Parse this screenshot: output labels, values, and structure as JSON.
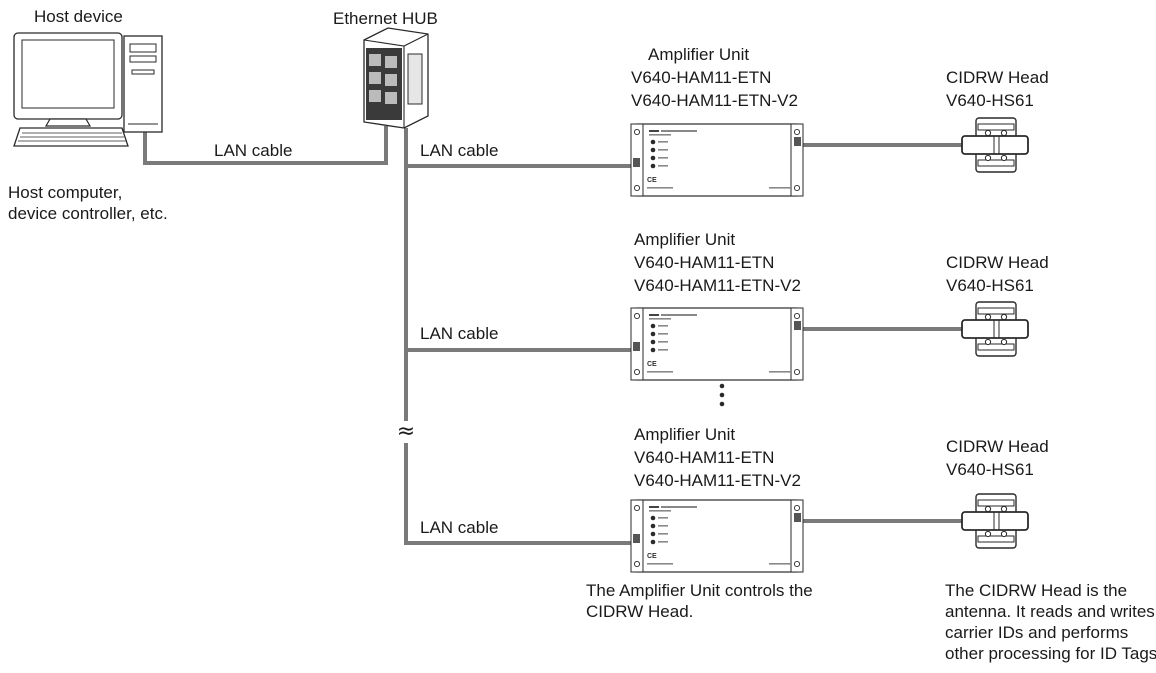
{
  "host": {
    "title": "Host device",
    "caption_line1": "Host computer,",
    "caption_line2": "device controller, etc."
  },
  "hub": {
    "title": "Ethernet HUB"
  },
  "cables": {
    "host_to_hub": "LAN cable",
    "hub_to_amp1": "LAN cable",
    "hub_to_amp2": "LAN cable",
    "hub_to_amp3": "LAN cable"
  },
  "amplifier_units": [
    {
      "title": "Amplifier Unit",
      "model1": "V640-HAM11-ETN",
      "model2": "V640-HAM11-ETN-V2"
    },
    {
      "title": "Amplifier Unit",
      "model1": "V640-HAM11-ETN",
      "model2": "V640-HAM11-ETN-V2"
    },
    {
      "title": "Amplifier Unit",
      "model1": "V640-HAM11-ETN",
      "model2": "V640-HAM11-ETN-V2"
    }
  ],
  "heads": [
    {
      "title": "CIDRW Head",
      "model": "V640-HS61"
    },
    {
      "title": "CIDRW Head",
      "model": "V640-HS61"
    },
    {
      "title": "CIDRW Head",
      "model": "V640-HS61"
    }
  ],
  "notes": {
    "amp_line1": "The Amplifier Unit controls the",
    "amp_line2": "CIDRW Head.",
    "head_line1": "The CIDRW Head is the",
    "head_line2": "antenna. It reads and writes",
    "head_line3": "carrier IDs and performs",
    "head_line4": "other processing for ID Tags."
  },
  "symbols": {
    "break_mark": "≈"
  },
  "colors": {
    "cable": "#7a7a7a",
    "outline": "#2a2a2a",
    "text": "#1a1a1a"
  }
}
